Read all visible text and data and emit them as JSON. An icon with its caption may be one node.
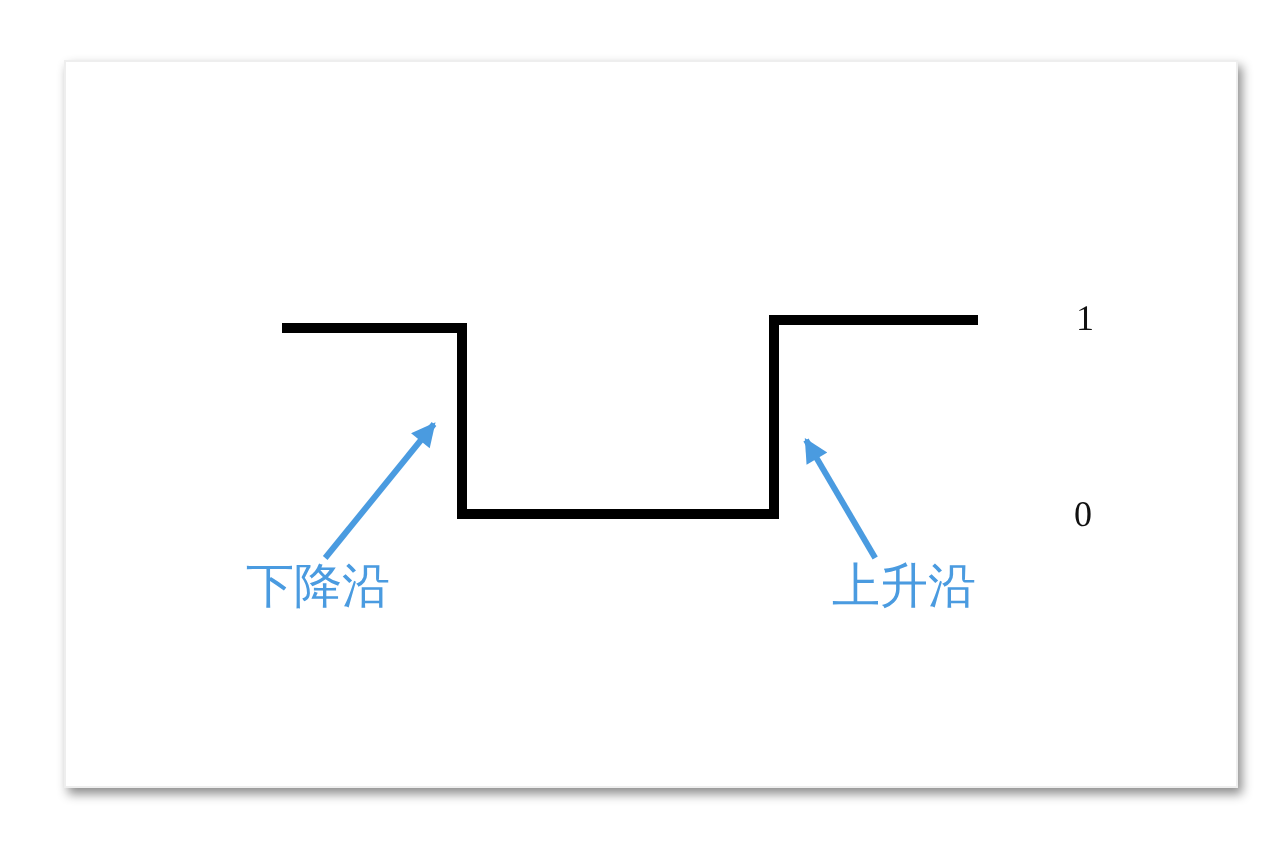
{
  "diagram": {
    "nodes": [
      {
        "text": [
          "下降沿"
        ]
      },
      {
        "text": [
          "上升沿"
        ]
      }
    ],
    "edges": [
      {
        "from": 0,
        "to": null,
        "arrow": "to"
      },
      {
        "from": 1,
        "to": null,
        "arrow": "to"
      }
    ],
    "labels": [
      "1",
      "0"
    ]
  }
}
